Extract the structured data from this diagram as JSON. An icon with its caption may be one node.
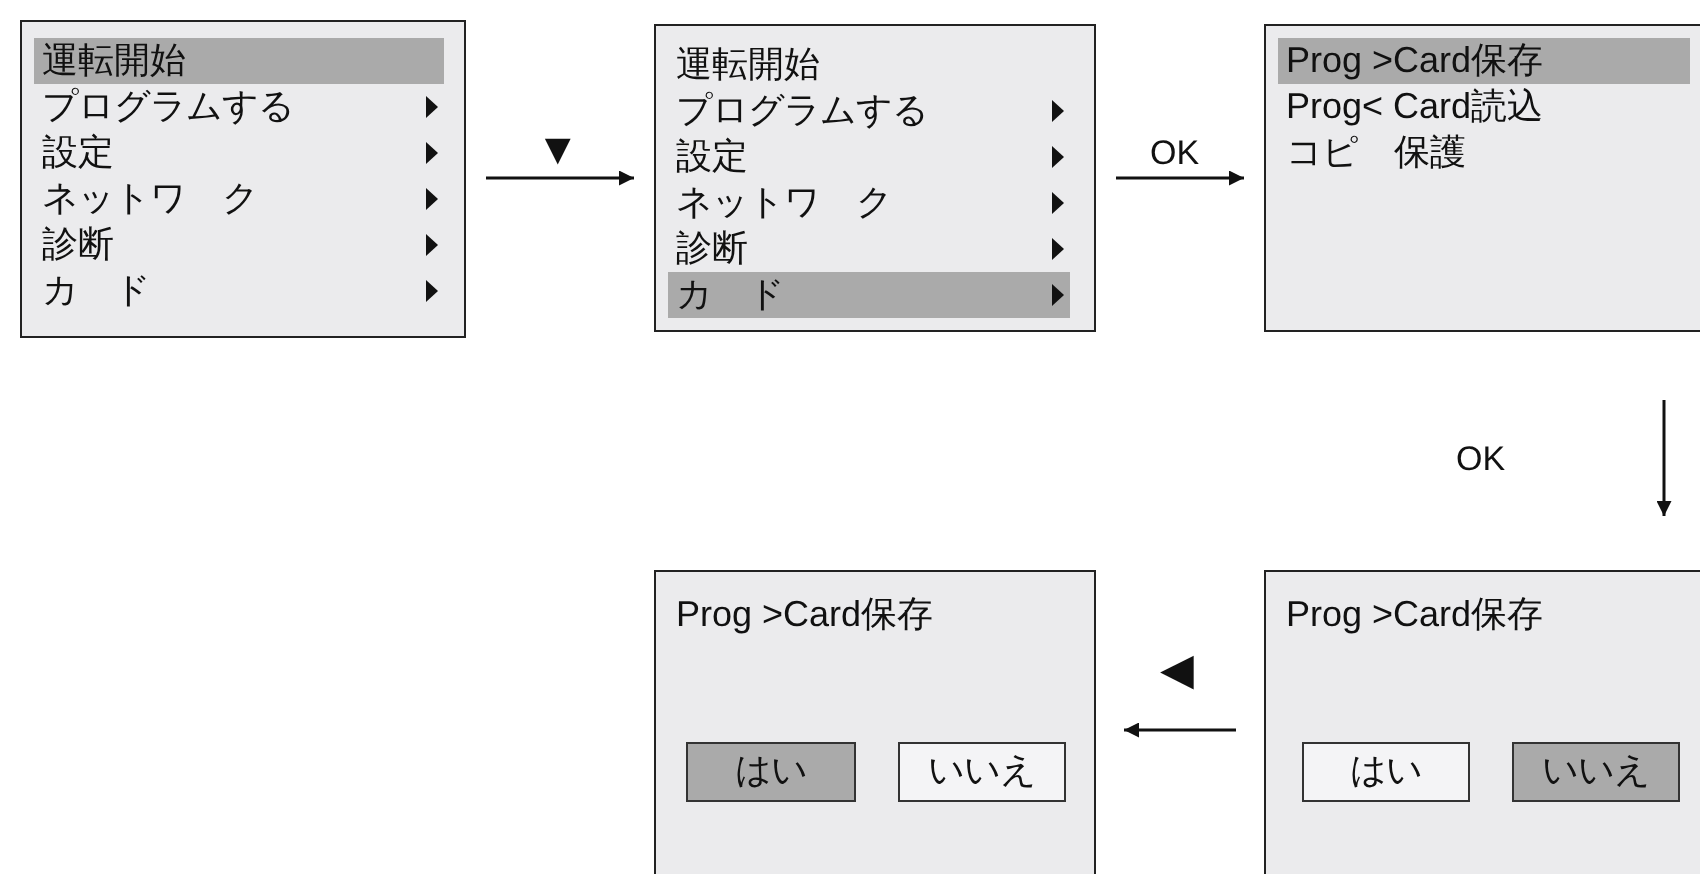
{
  "diagram": {
    "nodes": [
      {
        "text": [
          "運転開始",
          "プログラムする",
          "設定",
          "ネットワ　ク",
          "診断",
          "カ　ド"
        ]
      },
      {
        "text": [
          "運転開始",
          "プログラムする",
          "設定",
          "ネットワ　ク",
          "診断",
          "カ　ド"
        ]
      },
      {
        "text": [
          "Prog >Card保存",
          "Prog< Card読込",
          "コピ　保護"
        ]
      },
      {
        "text": [
          "Prog >Card保存"
        ]
      },
      {
        "text": [
          "はい"
        ],
        "in": 3
      },
      {
        "text": [
          "いいえ"
        ],
        "in": 3
      },
      {
        "text": [
          "Prog >Card保存"
        ]
      },
      {
        "text": [
          "はい"
        ],
        "in": 6
      },
      {
        "text": [
          "いいえ"
        ],
        "in": 6
      }
    ],
    "edges": [
      {
        "from": 0,
        "to": 1,
        "arrow": "to",
        "label": "▼"
      },
      {
        "from": 1,
        "to": 2,
        "arrow": "to",
        "label": "OK"
      },
      {
        "from": 2,
        "to": 6,
        "arrow": "to",
        "label": "OK"
      },
      {
        "from": 6,
        "to": 3,
        "arrow": "to",
        "label": "◀"
      }
    ]
  }
}
